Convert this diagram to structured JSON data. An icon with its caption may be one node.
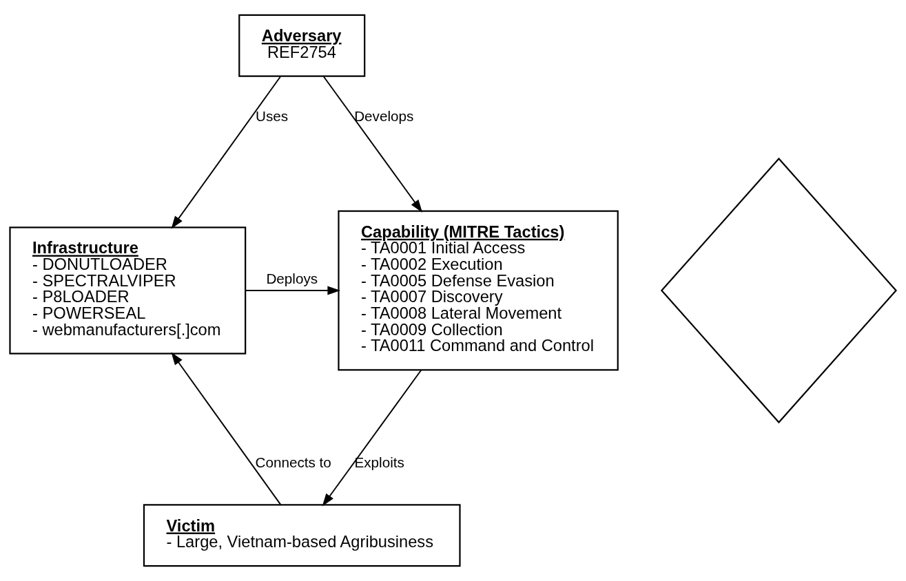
{
  "diagram": {
    "nodes": [
      {
        "text": [
          "Adversary",
          "REF2754"
        ]
      },
      {
        "text": [
          "Infrastructure",
          "- DONUTLOADER",
          "- SPECTRALVIPER",
          "- P8LOADER",
          "- POWERSEAL",
          "- webmanufacturers[.]com"
        ]
      },
      {
        "text": [],
        "shape": "diamond"
      },
      {
        "text": [
          "Capability (MITRE Tactics)",
          "- TA0001 Initial Access",
          "- TA0002 Execution",
          "- TA0005 Defense Evasion",
          "- TA0007 Discovery",
          "- TA0008 Lateral Movement",
          "- TA0009 Collection",
          "- TA0011 Command and Control"
        ]
      },
      {
        "text": [
          "Victim",
          "- Large, Vietnam-based Agribusiness"
        ]
      }
    ],
    "edges": [
      {
        "from": 0,
        "to": 1,
        "arrow": "to",
        "label": "Uses"
      },
      {
        "from": 0,
        "to": 3,
        "arrow": "to",
        "label": "Develops"
      },
      {
        "from": 1,
        "to": 3,
        "arrow": "to",
        "label": "Deploys"
      },
      {
        "from": 3,
        "to": 4,
        "arrow": "to",
        "label": "Exploits"
      },
      {
        "from": 4,
        "to": 1,
        "arrow": "to",
        "label": "Connects to"
      }
    ]
  }
}
